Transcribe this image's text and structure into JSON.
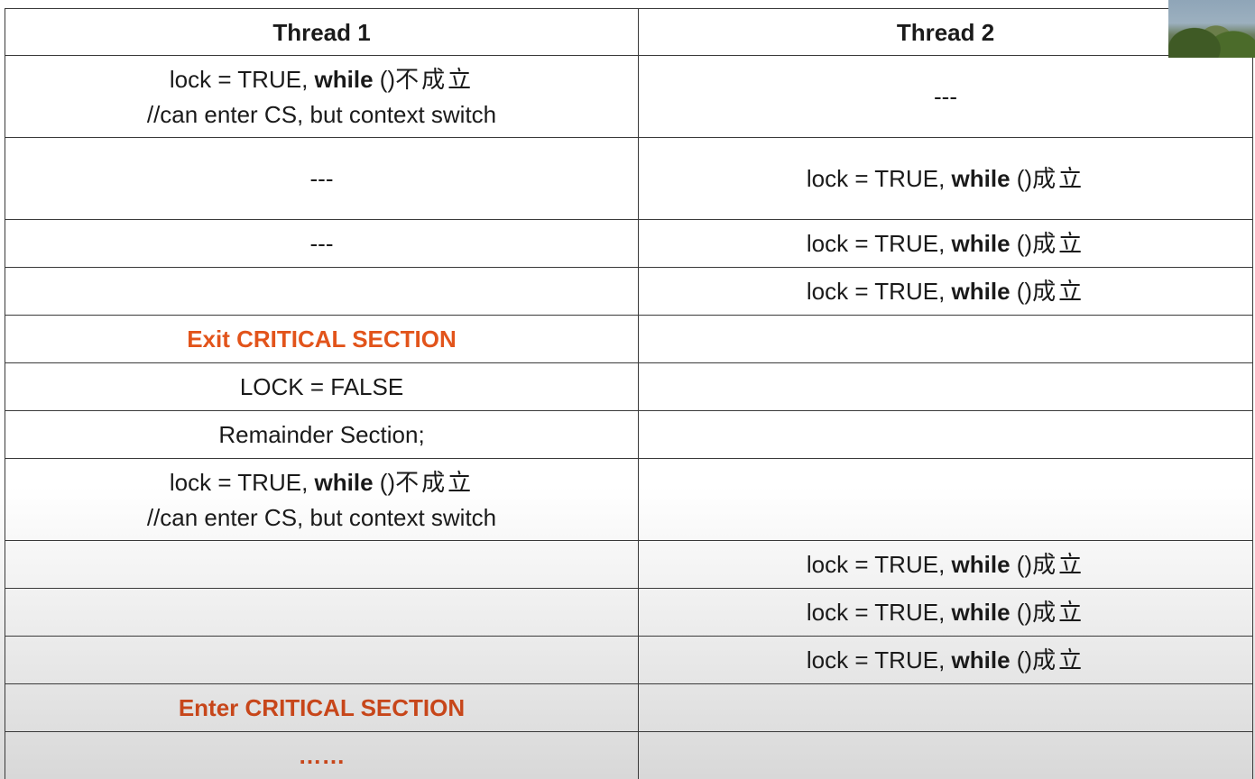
{
  "header": {
    "col1": "Thread 1",
    "col2": "Thread 2"
  },
  "rows": [
    {
      "t1_a": "lock = TRUE, ",
      "t1_kw": "while",
      "t1_b": " ()",
      "t1_cjk": "不成立",
      "t1_line2": "//can enter CS, but context switch",
      "t2": "---"
    },
    {
      "t1": "---",
      "t2_a": "lock = TRUE, ",
      "t2_kw": "while",
      "t2_b": " ()",
      "t2_cjk": "成立"
    },
    {
      "t1": "---",
      "t2_a": "lock = TRUE, ",
      "t2_kw": "while",
      "t2_b": " ()",
      "t2_cjk": "成立"
    },
    {
      "t1": "",
      "t2_a": "lock = TRUE, ",
      "t2_kw": "while",
      "t2_b": " ()",
      "t2_cjk": "成立"
    },
    {
      "t1": "Exit CRITICAL SECTION",
      "t2": ""
    },
    {
      "t1": "LOCK = FALSE",
      "t2": ""
    },
    {
      "t1": "Remainder Section;",
      "t2": ""
    },
    {
      "t1_a": "lock = TRUE, ",
      "t1_kw": "while",
      "t1_b": " ()",
      "t1_cjk": "不成立",
      "t1_line2": "//can enter CS, but context switch",
      "t2": ""
    },
    {
      "t1": "",
      "t2_a": "lock = TRUE, ",
      "t2_kw": "while",
      "t2_b": " ()",
      "t2_cjk": "成立"
    },
    {
      "t1": "",
      "t2_a": "lock = TRUE, ",
      "t2_kw": "while",
      "t2_b": " ()",
      "t2_cjk": "成立"
    },
    {
      "t1": "",
      "t2_a": "lock = TRUE, ",
      "t2_kw": "while",
      "t2_b": " ()",
      "t2_cjk": "成立"
    },
    {
      "t1": "Enter CRITICAL SECTION",
      "t2": ""
    },
    {
      "t1": "……",
      "t2": ""
    }
  ],
  "colors": {
    "highlight": "#e2541b",
    "highlight_dark": "#c7461a",
    "border": "#3a3a3a"
  },
  "icons": {
    "thumbnail": "webcam-thumbnail"
  }
}
